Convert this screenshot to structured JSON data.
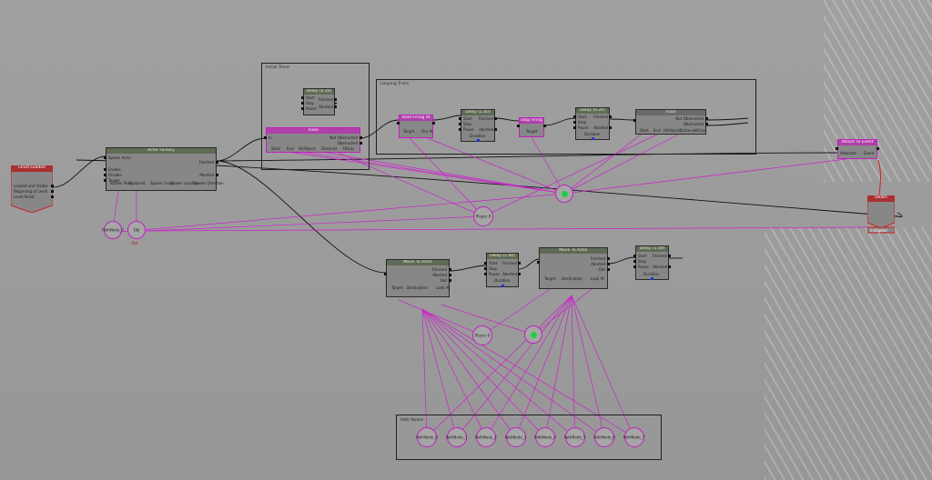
{
  "groups": {
    "initial_trace": "Initial Trace",
    "looping_trace": "Looping Trace",
    "path_nodes": "Path Nodes"
  },
  "nodes": {
    "level_loaded": {
      "title": "Level Loaded",
      "outputs": [
        "Loaded and Visible",
        "Beginning of Level",
        "Level Reset"
      ]
    },
    "actor_factory": {
      "title": "Actor Factory",
      "inputs": [
        "Spawn Actor",
        "Enable",
        "Disable",
        "Toggle"
      ],
      "outputs": [
        "Finished",
        "Aborted"
      ],
      "vars": [
        "Spawn Point",
        "Spawned",
        "Spawn Count",
        "Spawn Location",
        "Spawn Direction"
      ]
    },
    "delay_top": {
      "title": "Delay (0.20)",
      "pins": [
        "Start",
        "Stop",
        "Pause",
        "Finished",
        "Aborted"
      ]
    },
    "trace_initial": {
      "title": "Trace",
      "inputs": [
        "In"
      ],
      "outputs": [
        "Not Obstructed",
        "Obstructed"
      ],
      "vars": [
        "Start",
        "End",
        "HitObject",
        "Distance",
        "HitLoc"
      ]
    },
    "start_firing": {
      "title": "Start Firing At",
      "vars": [
        "Target",
        "Fire At"
      ]
    },
    "delay_loop1": {
      "title": "Delay (1.00)",
      "pins": [
        "Start",
        "Stop",
        "Pause",
        "Finished",
        "Aborted",
        "Duration"
      ]
    },
    "stop_firing": {
      "title": "Stop Firing",
      "vars": [
        "Target"
      ]
    },
    "delay_loop2": {
      "title": "Delay (0.20)",
      "pins": [
        "Start",
        "Stop",
        "Pause",
        "Finished",
        "Aborted",
        "Duration"
      ]
    },
    "trace_loop": {
      "title": "Trace",
      "outputs": [
        "Not Obstructed",
        "Obstructed"
      ],
      "vars": [
        "Start",
        "End",
        "HitObject",
        "Distance",
        "HitLoc"
      ]
    },
    "attach_to_event": {
      "title": "Attach To Event",
      "vars": [
        "Attachee",
        "Event"
      ]
    },
    "death": {
      "title": "Death",
      "vars": [
        "Instigator"
      ]
    },
    "move_to_actor_1": {
      "title": "Move To Actor",
      "outputs": [
        "Finished",
        "Aborted",
        "Out"
      ],
      "vars": [
        "Target",
        "Destination",
        "Look At"
      ]
    },
    "delay_mid": {
      "title": "Delay (1.00)",
      "pins": [
        "Start",
        "Stop",
        "Pause",
        "Finished",
        "Aborted",
        "Duration"
      ]
    },
    "move_to_actor_2": {
      "title": "Move To Actor",
      "outputs": [
        "Finished",
        "Aborted",
        "Out"
      ],
      "vars": [
        "Target",
        "Destination",
        "Look At"
      ]
    },
    "delay_right": {
      "title": "Delay (1.00)",
      "pins": [
        "Start",
        "Stop",
        "Pause",
        "Finished",
        "Aborted",
        "Duration"
      ]
    }
  },
  "vars": {
    "path_node_top": "PathNode_0",
    "obj_var": "Obj",
    "obj_sub": "Bot",
    "player_top": "Player 0",
    "player_mid": "Player 0",
    "path_nodes": [
      "PathNode_0",
      "PathNode_1",
      "PathNode_2",
      "PathNode_3",
      "PathNode_4",
      "PathNode_5",
      "PathNode_6",
      "PathNode_7"
    ]
  },
  "colors": {
    "background": "#9b9b9b",
    "link_magenta": "#cc22cc",
    "wire_black": "#111111",
    "header_olive": "#5e6b57",
    "header_pink": "#b040a8",
    "bot_green": "#22cc44"
  }
}
